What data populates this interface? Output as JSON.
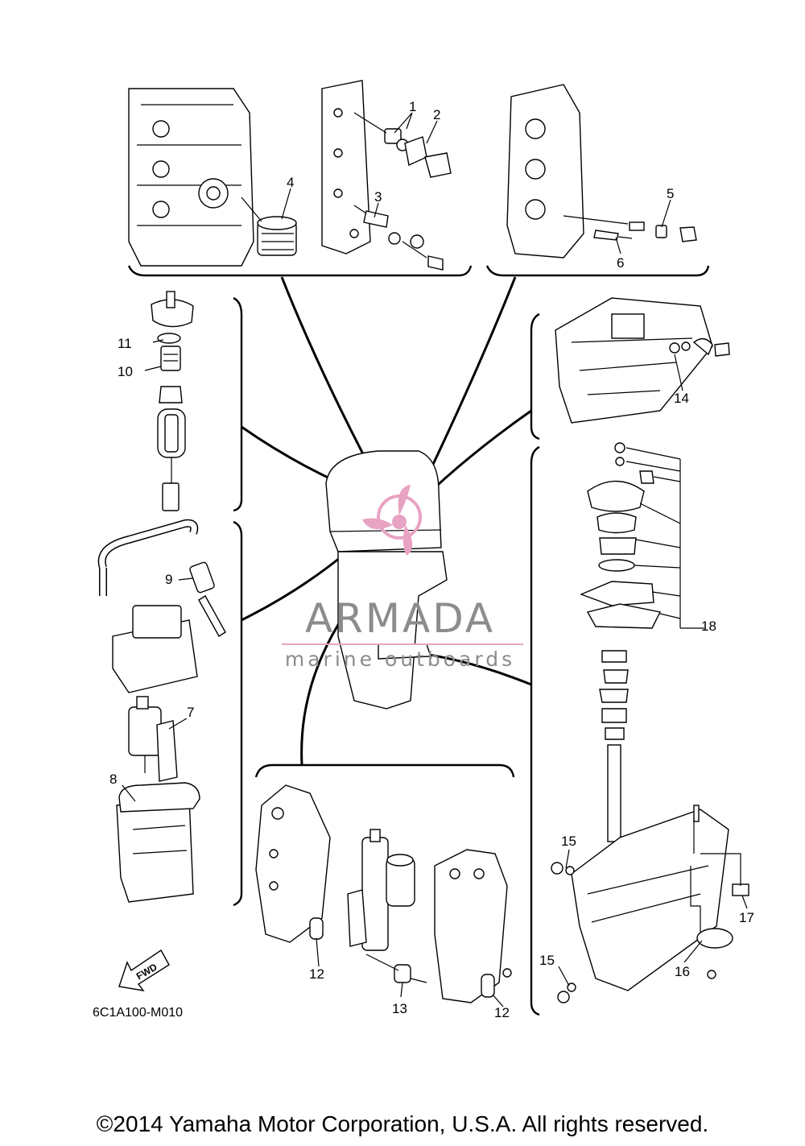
{
  "diagram_code": "6C1A100-M010",
  "copyright": "©2014 Yamaha Motor Corporation, U.S.A. All rights reserved.",
  "fwd_label": "FWD",
  "watermark": {
    "brand": "ARMADA",
    "tagline": "marine outboards",
    "color": "#e8a3c2"
  },
  "callouts": [
    {
      "id": "1",
      "label": "1"
    },
    {
      "id": "2",
      "label": "2"
    },
    {
      "id": "3",
      "label": "3"
    },
    {
      "id": "4",
      "label": "4"
    },
    {
      "id": "5",
      "label": "5"
    },
    {
      "id": "6",
      "label": "6"
    },
    {
      "id": "7",
      "label": "7"
    },
    {
      "id": "8",
      "label": "8"
    },
    {
      "id": "9",
      "label": "9"
    },
    {
      "id": "10",
      "label": "10"
    },
    {
      "id": "11",
      "label": "11"
    },
    {
      "id": "12a",
      "label": "12"
    },
    {
      "id": "12b",
      "label": "12"
    },
    {
      "id": "13",
      "label": "13"
    },
    {
      "id": "14",
      "label": "14"
    },
    {
      "id": "15a",
      "label": "15"
    },
    {
      "id": "15b",
      "label": "15"
    },
    {
      "id": "16",
      "label": "16"
    },
    {
      "id": "17",
      "label": "17"
    },
    {
      "id": "18",
      "label": "18"
    }
  ]
}
